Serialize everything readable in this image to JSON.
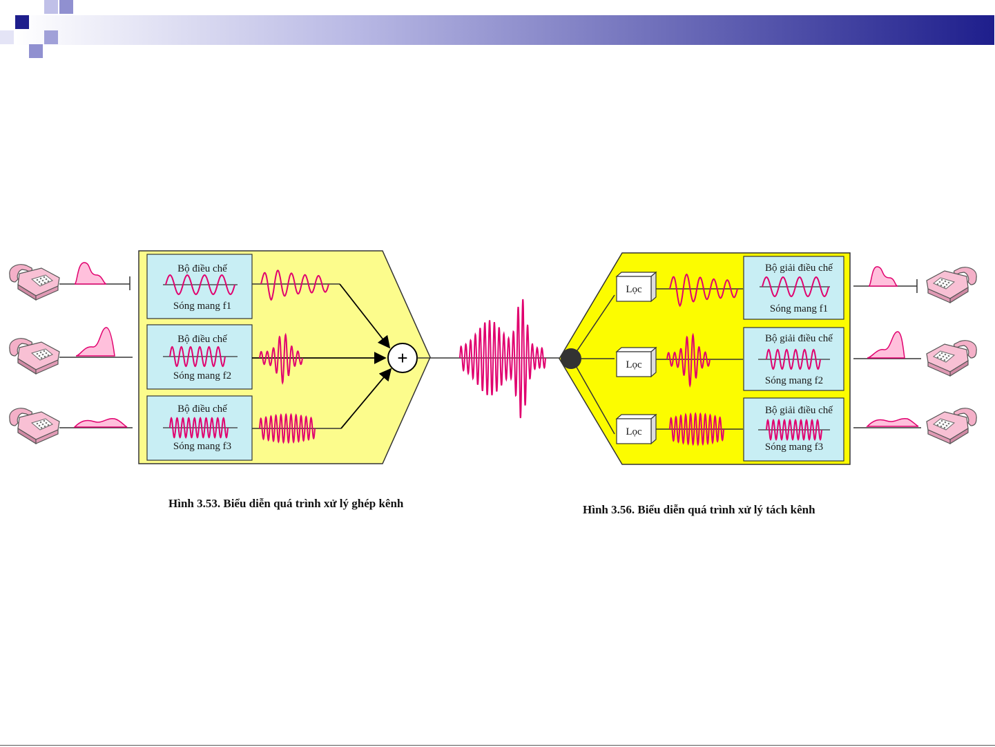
{
  "colors": {
    "header_dark": "#1e1e8c",
    "header_light": "#c8c8ee",
    "panel_yellow_left": "#fcfc8c",
    "panel_yellow_right": "#fcfc00",
    "module_blue": "#c8eef4",
    "wave_pink": "#e0006e",
    "bump_fill": "#ffc0dc"
  },
  "multiplexer": {
    "modulators": [
      {
        "title": "Bộ điều chế",
        "carrier": "Sóng mang f1"
      },
      {
        "title": "Bộ điều chế",
        "carrier": "Sóng mang f2"
      },
      {
        "title": "Bộ điều chế",
        "carrier": "Sóng mang f3"
      }
    ],
    "adder_symbol": "+",
    "caption": "Hình 3.53. Biểu diễn quá trình xử lý ghép kênh"
  },
  "demultiplexer": {
    "filters": [
      "Lọc",
      "Lọc",
      "Lọc"
    ],
    "demodulators": [
      {
        "title": "Bộ giải điều chế",
        "carrier": "Sóng mang f1"
      },
      {
        "title": "Bộ giải điều chế",
        "carrier": "Sóng mang f2"
      },
      {
        "title": "Bộ giải điều chế",
        "carrier": "Sóng mang f3"
      }
    ],
    "caption": "Hình 3.56. Biểu diễn quá trình xử lý tách kênh"
  }
}
